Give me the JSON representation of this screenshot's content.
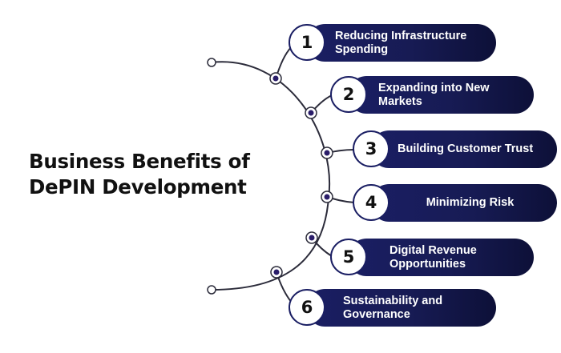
{
  "title": {
    "line1": "Business Benefits of",
    "line2": "DePIN Development"
  },
  "colors": {
    "pill_start": "#1a1e63",
    "pill_end": "#0d1038",
    "node_fill": "#2a1d6a",
    "line": "#2b2b3a"
  },
  "benefits": [
    {
      "number": "1",
      "label": "Reducing Infrastructure Spending"
    },
    {
      "number": "2",
      "label": "Expanding into New Markets"
    },
    {
      "number": "3",
      "label": "Building Customer Trust"
    },
    {
      "number": "4",
      "label": "Minimizing Risk"
    },
    {
      "number": "5",
      "label": "Digital Revenue Opportunities"
    },
    {
      "number": "6",
      "label": "Sustainability and Governance"
    }
  ]
}
